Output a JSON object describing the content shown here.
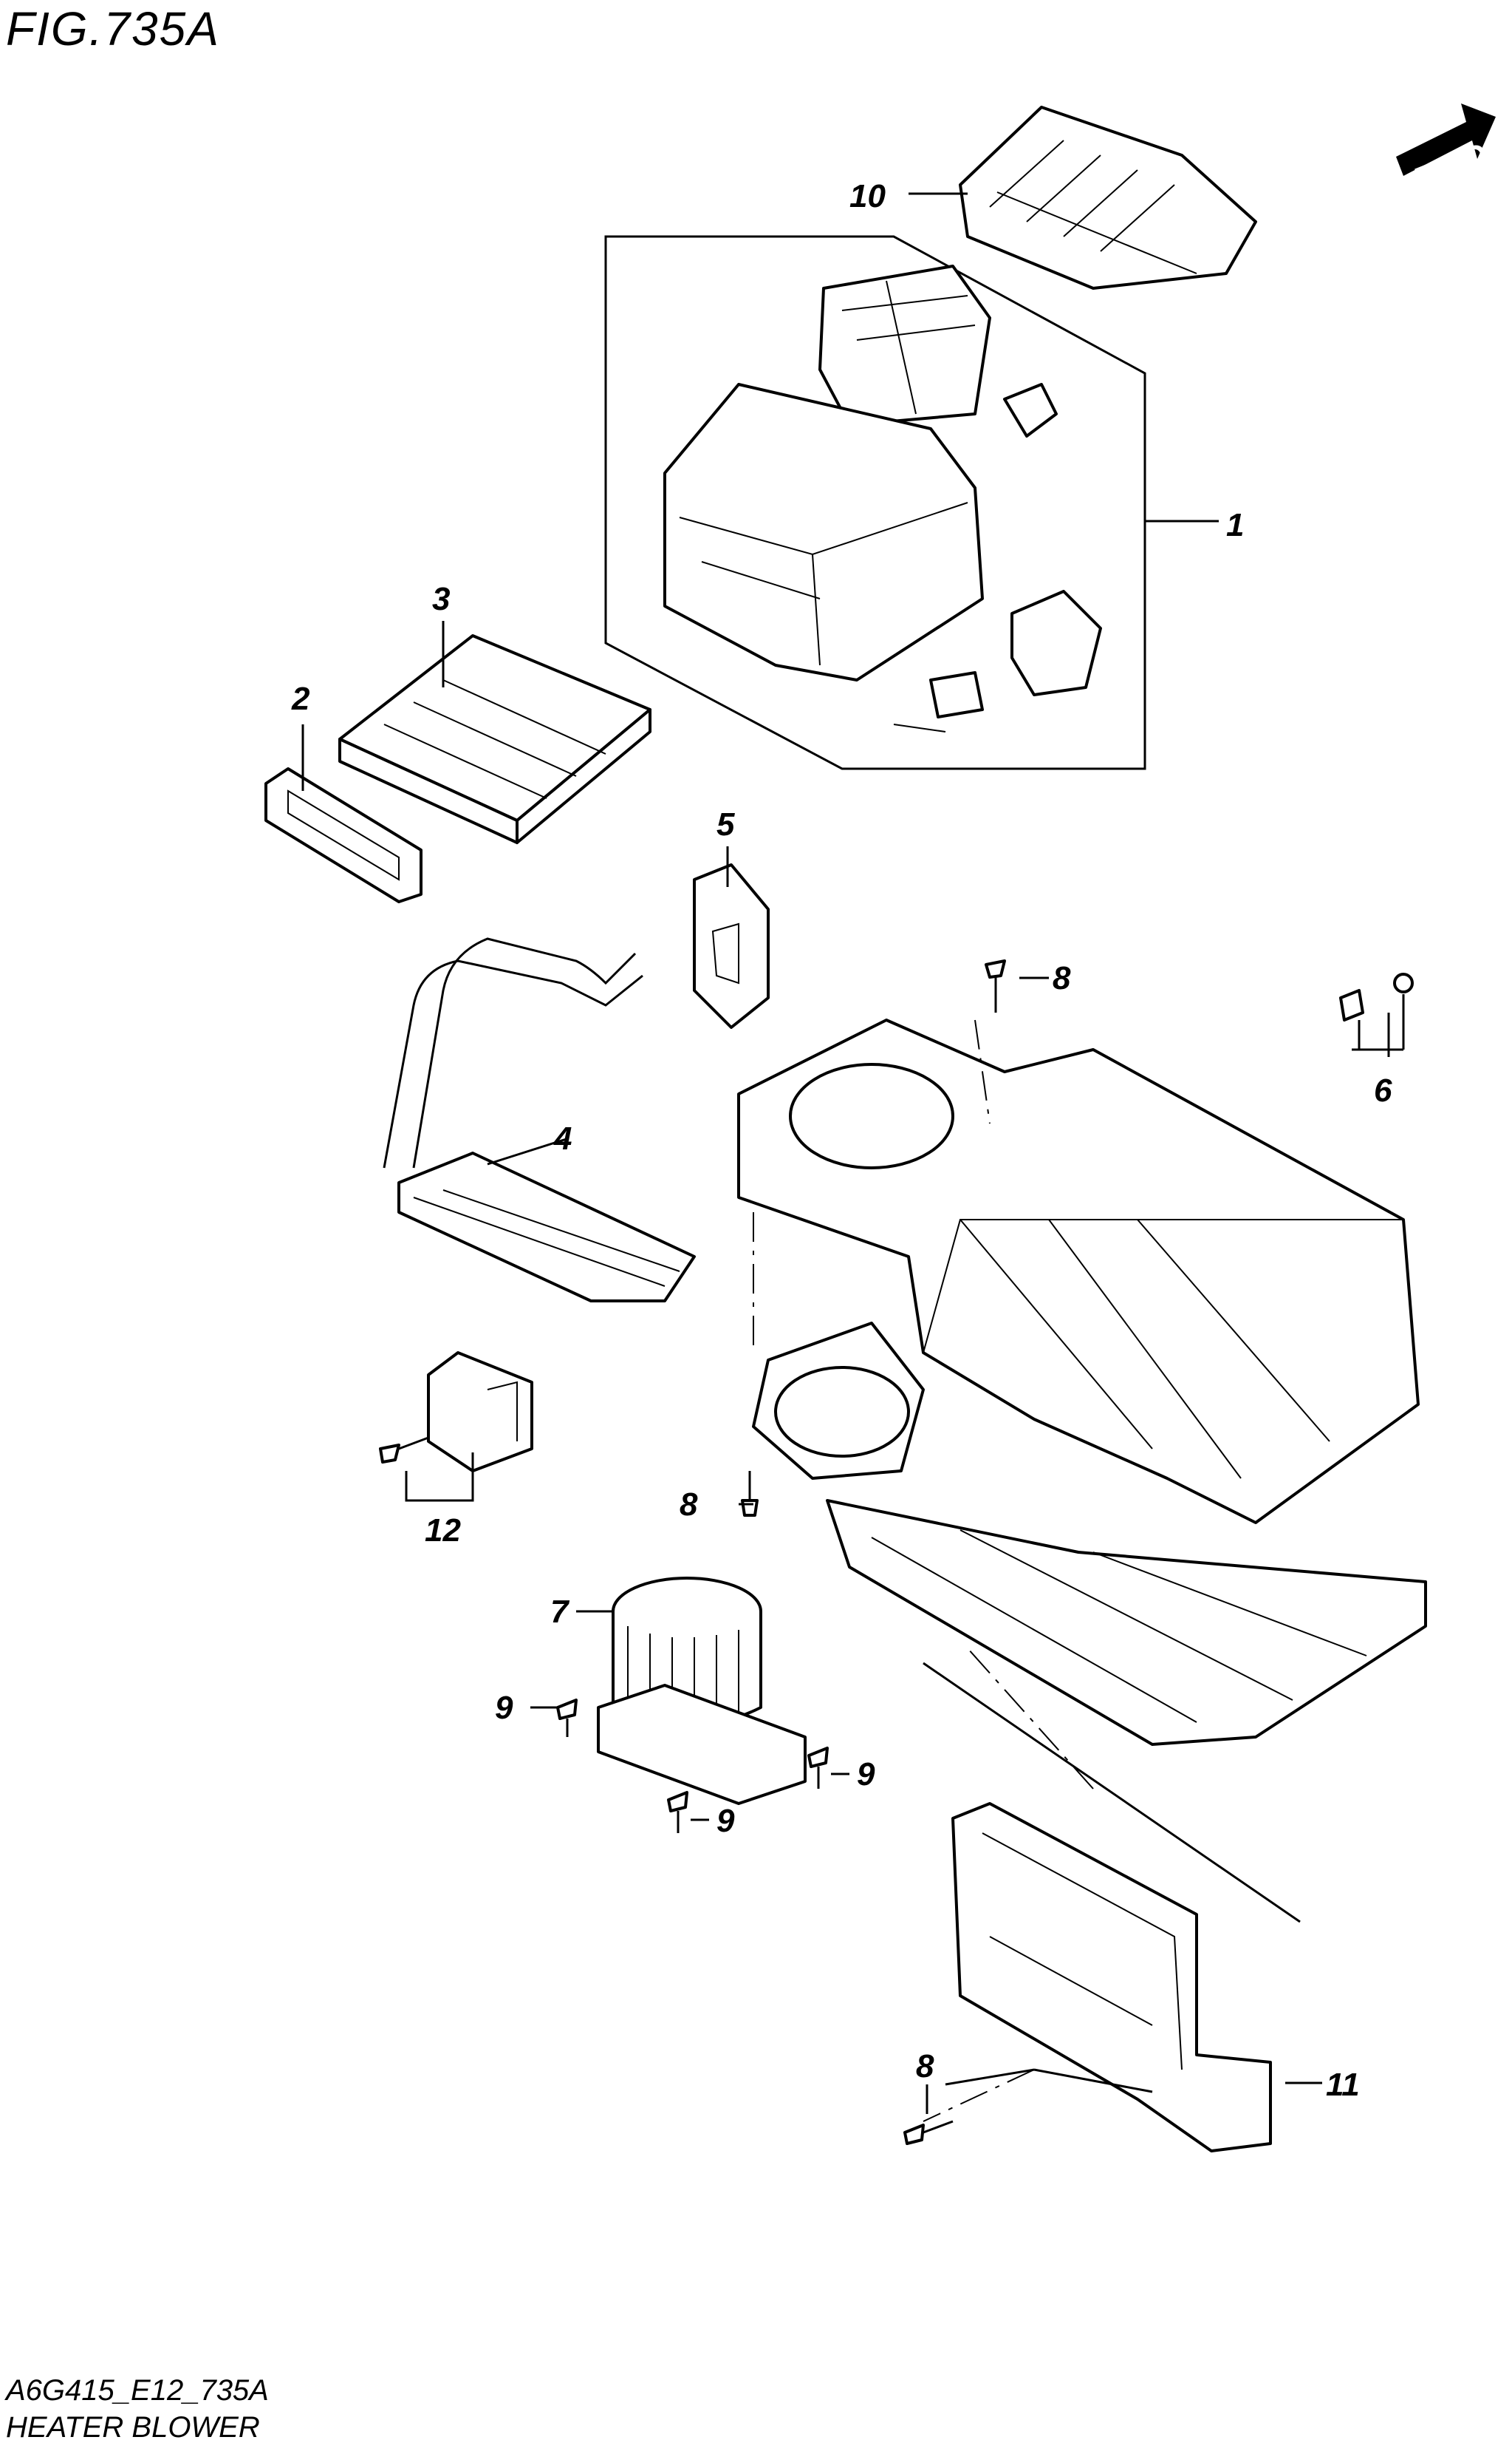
{
  "figure": {
    "title": "FIG.735A",
    "model_code": "A6G415_E12_735A",
    "section_name": "HEATER BLOWER",
    "direction_label": "FWD"
  },
  "callouts": [
    "1",
    "2",
    "3",
    "4",
    "5",
    "6",
    "7",
    "8",
    "9",
    "10",
    "11",
    "12"
  ],
  "icons": {
    "direction": "forward-arrow-icon"
  }
}
